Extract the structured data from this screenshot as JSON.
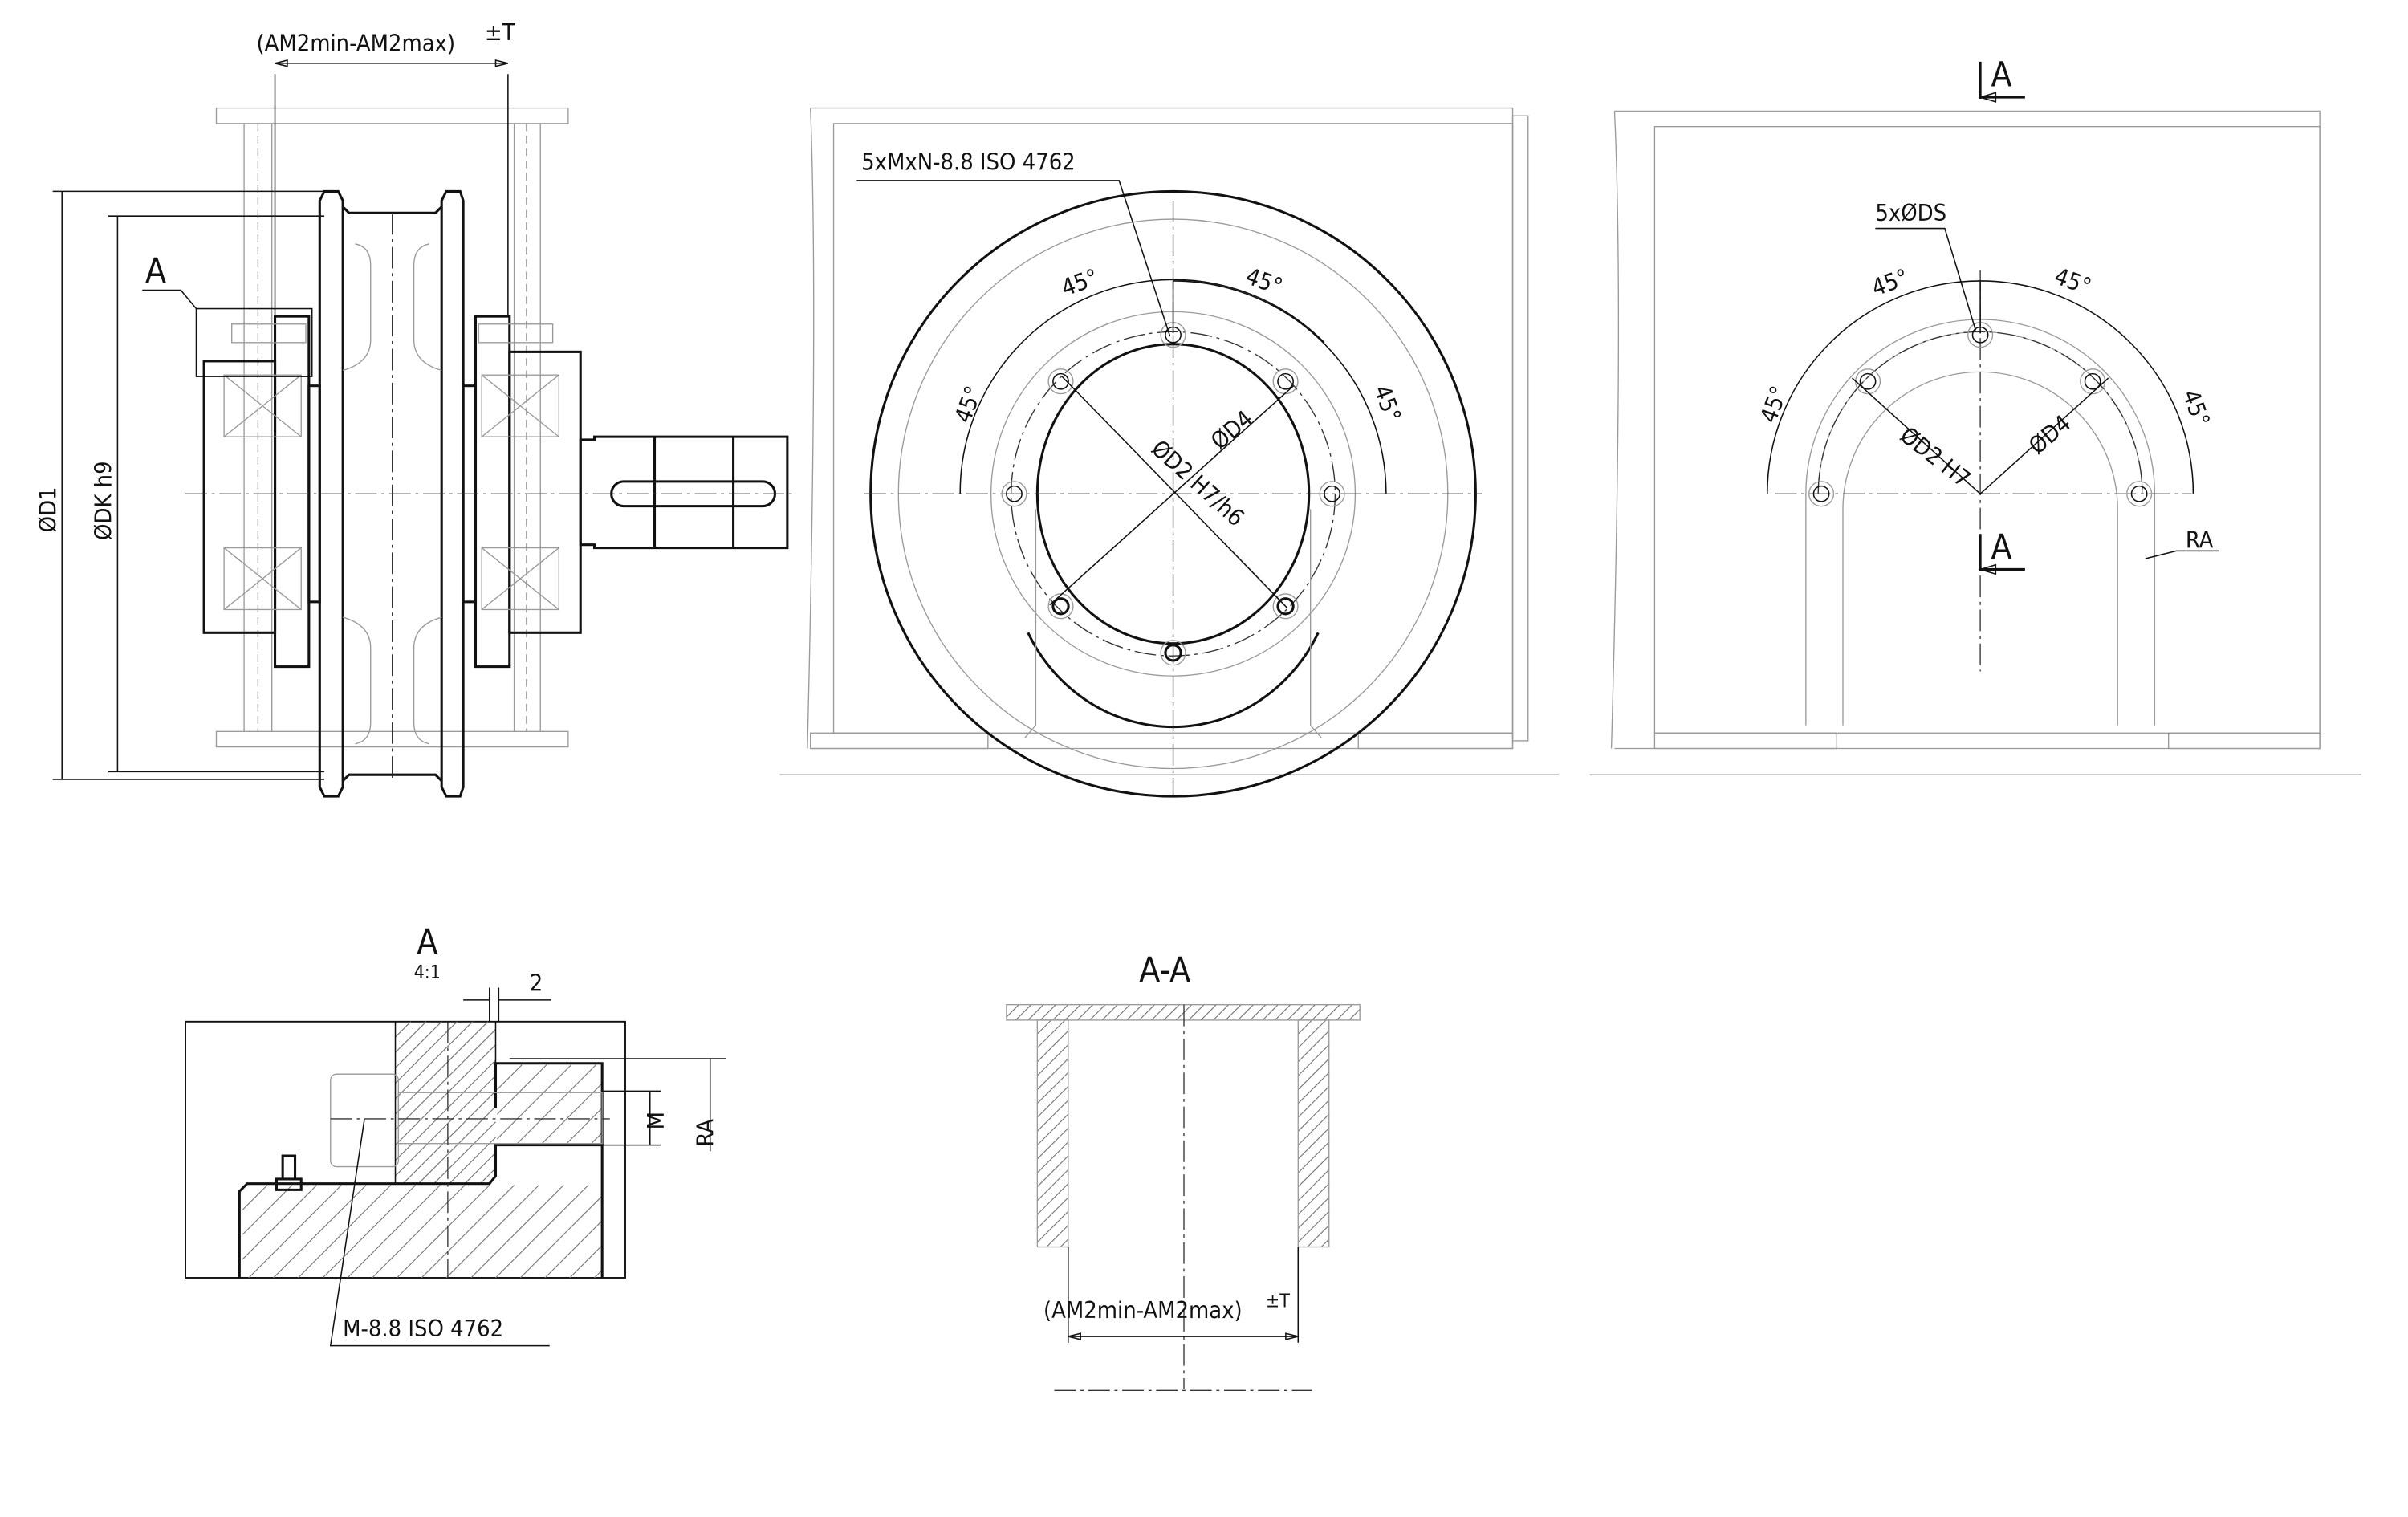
{
  "side_view": {
    "width_dim": "(AM2min-AM2max)",
    "width_tol": "±T",
    "dia_d1": "ØD1",
    "dia_dk": "ØDK h9",
    "detail_ref": "A"
  },
  "front_view": {
    "bolt_callout": "5xMxN-8.8 ISO 4762",
    "angles": [
      "45°",
      "45°",
      "45°",
      "45°"
    ],
    "dia_d2": "ØD2 H7/h6",
    "dia_d4": "ØD4"
  },
  "bracket_view": {
    "hole_callout": "5xØDS",
    "angles": [
      "45°",
      "45°",
      "45°",
      "45°"
    ],
    "dia_d2": "ØD2 H7",
    "dia_d4": "ØD4",
    "radius": "RA",
    "section_mark_top": "A",
    "section_mark_bottom": "A"
  },
  "detail_a": {
    "title": "A",
    "scale": "4:1",
    "gap": "2",
    "dim_m": "M",
    "dim_ra": "RA",
    "bolt_callout": "M-8.8 ISO 4762"
  },
  "section_aa": {
    "title": "A-A",
    "width_dim": "(AM2min-AM2max)",
    "width_tol": "±T"
  }
}
